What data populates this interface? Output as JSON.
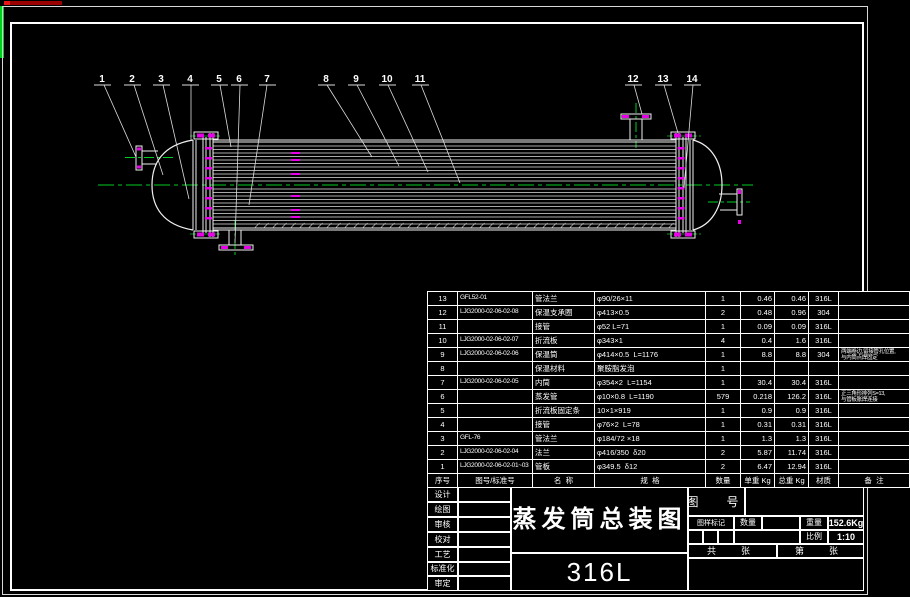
{
  "colors": {
    "background": "#000000",
    "line_white": "#f0f0f0",
    "cad_green": "#00cc22",
    "cad_magenta": "#e800e8"
  },
  "drawing": {
    "callouts": [
      "1",
      "2",
      "3",
      "4",
      "5",
      "6",
      "7",
      "8",
      "9",
      "10",
      "11",
      "12",
      "13",
      "14"
    ]
  },
  "parts_table": {
    "headers": {
      "seq": "序号",
      "code": "图号/标准号",
      "name": "名  称",
      "spec": "规  格",
      "qty": "数量",
      "unit": "单重 Kg",
      "total": "总重 Kg",
      "mat": "材质",
      "remark": "备  注"
    },
    "rows": [
      {
        "seq": "13",
        "code": "GFL52-01",
        "name": "管法兰",
        "spec": "φ90/26×11",
        "qty": "1",
        "unit": "0.46",
        "total": "0.46",
        "mat": "316L",
        "remark": ""
      },
      {
        "seq": "12",
        "code": "LJG2000-02-06-02-08",
        "name": "保温支承圈",
        "spec": "φ413×0.5",
        "qty": "2",
        "unit": "0.48",
        "total": "0.96",
        "mat": "304",
        "remark": ""
      },
      {
        "seq": "11",
        "code": "",
        "name": "接管",
        "spec": "φ52 L=71",
        "qty": "1",
        "unit": "0.09",
        "total": "0.09",
        "mat": "316L",
        "remark": ""
      },
      {
        "seq": "10",
        "code": "LJG2000-02-06-02-07",
        "name": "折流板",
        "spec": "φ343×1",
        "qty": "4",
        "unit": "0.4",
        "total": "1.6",
        "mat": "316L",
        "remark": ""
      },
      {
        "seq": "9",
        "code": "LJG2000-02-06-02-06",
        "name": "保温筒",
        "spec": "φ414×0.5  L=1176",
        "qty": "1",
        "unit": "8.8",
        "total": "8.8",
        "mat": "304",
        "remark": "两端卷边,留接管孔位置,\n与内筒点焊固定"
      },
      {
        "seq": "8",
        "code": "",
        "name": "保温材料",
        "spec": "聚胺脂发泡",
        "qty": "1",
        "unit": "",
        "total": "",
        "mat": "",
        "remark": ""
      },
      {
        "seq": "7",
        "code": "LJG2000-02-06-02-05",
        "name": "内筒",
        "spec": "φ354×2  L=1154",
        "qty": "1",
        "unit": "30.4",
        "total": "30.4",
        "mat": "316L",
        "remark": ""
      },
      {
        "seq": "6",
        "code": "",
        "name": "蒸发管",
        "spec": "φ10×0.8  L=1190",
        "qty": "579",
        "unit": "0.218",
        "total": "126.2",
        "mat": "316L",
        "remark": "正三角形排列S=13,\n与管板胀焊连接"
      },
      {
        "seq": "5",
        "code": "",
        "name": "折流板固定条",
        "spec": "10×1×919",
        "qty": "1",
        "unit": "0.9",
        "total": "0.9",
        "mat": "316L",
        "remark": ""
      },
      {
        "seq": "4",
        "code": "",
        "name": "接管",
        "spec": "φ76×2  L=78",
        "qty": "1",
        "unit": "0.31",
        "total": "0.31",
        "mat": "316L",
        "remark": ""
      },
      {
        "seq": "3",
        "code": "GFL-76",
        "name": "管法兰",
        "spec": "φ184/72 ×18",
        "qty": "1",
        "unit": "1.3",
        "total": "1.3",
        "mat": "316L",
        "remark": ""
      },
      {
        "seq": "2",
        "code": "LJG2000-02-06-02-04",
        "name": "法兰",
        "spec": "φ416/350  δ20",
        "qty": "2",
        "unit": "5.87",
        "total": "11.74",
        "mat": "316L",
        "remark": ""
      },
      {
        "seq": "1",
        "code": "LJG2000-02-06-02-01~03",
        "name": "管板",
        "spec": "φ349.5  δ12",
        "qty": "2",
        "unit": "6.47",
        "total": "12.94",
        "mat": "316L",
        "remark": ""
      }
    ]
  },
  "title_block": {
    "sig_labels": [
      "设计",
      "绘图",
      "审核",
      "校对",
      "工艺",
      "标准化",
      "审定"
    ],
    "title": "蒸发筒总装图",
    "material": "316L",
    "fields": {
      "drawing_no": "图　号",
      "mark": "图样标记",
      "qty": "数量",
      "weight": "重量",
      "weight_value": "152.6Kg",
      "scale": "比例",
      "scale_value": "1:10",
      "sheets": "共　张",
      "sheet_no": "第　张"
    }
  }
}
